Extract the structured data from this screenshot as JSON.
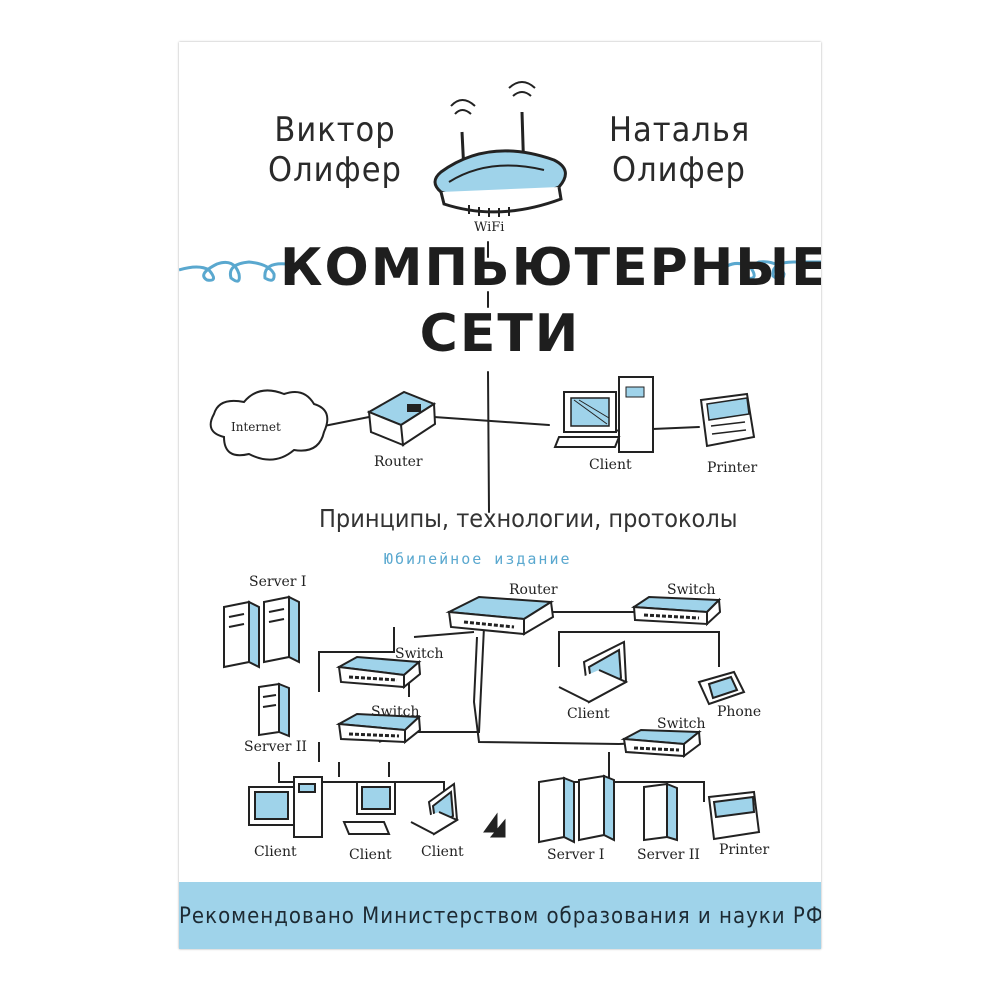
{
  "authors": {
    "left": {
      "first": "Виктор",
      "last": "Олифер"
    },
    "right": {
      "first": "Наталья",
      "last": "Олифер"
    }
  },
  "title": {
    "line1": "КОМПЬЮТЕРНЫЕ",
    "line2": "СЕТИ"
  },
  "subtitle": "Принципы, технологии, протоколы",
  "edition": "Юбилейное издание",
  "labels": {
    "wifi": "WiFi",
    "internet": "Internet",
    "router_top": "Router",
    "client_top": "Client",
    "printer_top": "Printer",
    "router_mid": "Router",
    "switch_right": "Switch",
    "switch_left": "Switch",
    "switch_left2": "Switch",
    "switch_right2": "Switch",
    "server1_left": "Server I",
    "server2_left": "Server II",
    "client_laptop": "Client",
    "phone": "Phone",
    "client_b1": "Client",
    "client_b2": "Client",
    "client_b3": "Client",
    "server1_bottom": "Server I",
    "server2_bottom": "Server II",
    "printer_bottom": "Printer"
  },
  "banner": "Рекомендовано Министерством образования и науки РФ",
  "colors": {
    "accent": "#9fd3ea",
    "accent_dark": "#5aa8cf",
    "ink": "#222222"
  }
}
